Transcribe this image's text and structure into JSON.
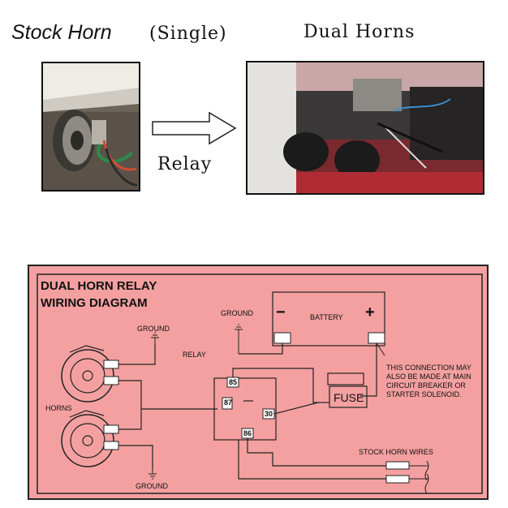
{
  "header": {
    "stock_horn": "Stock Horn",
    "single": "(Single)",
    "dual_horns": "Dual Horns",
    "relay": "Relay"
  },
  "diagram": {
    "title_line1": "DUAL HORN RELAY",
    "title_line2": "WIRING DIAGRAM",
    "ground_top": "GROUND",
    "ground_horn_top": "GROUND",
    "ground_bottom": "GROUND",
    "relay": "RELAY",
    "horns": "HORNS",
    "battery": "BATTERY",
    "minus": "−",
    "plus": "+",
    "fuse": "FUSE",
    "note": [
      "THIS CONNECTION MAY",
      "ALSO BE MADE AT MAIN",
      "CIRCUIT BREAKER OR",
      "STARTER SOLENOID."
    ],
    "stock_horn_wires": "STOCK HORN WIRES",
    "pins": {
      "p85": "85",
      "p87": "87",
      "p30": "30",
      "p86": "86"
    }
  },
  "colors": {
    "diagram_bg": "#f4a0a0",
    "line": "#222222"
  }
}
